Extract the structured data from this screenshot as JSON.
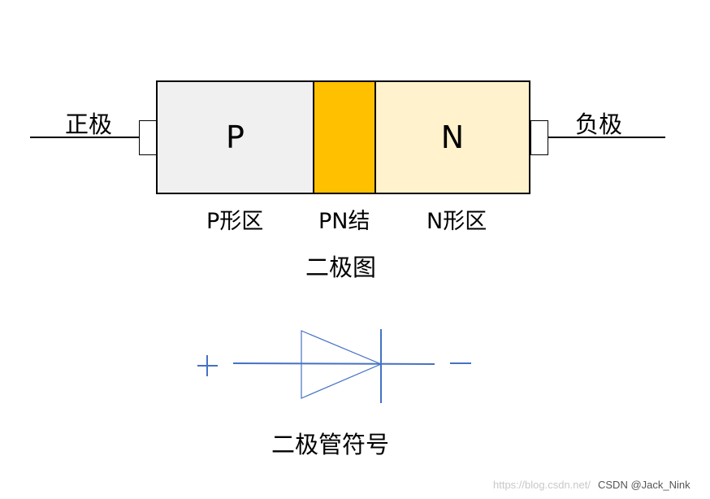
{
  "diode_structure": {
    "anode_label": "正极",
    "cathode_label": "负极",
    "p_region_letter": "P",
    "n_region_letter": "N",
    "p_region_caption": "P形区",
    "junction_caption": "PN结",
    "n_region_caption": "N形区",
    "title": "二极图",
    "colors": {
      "p_region": "#f0f0f0",
      "junction": "#ffc000",
      "n_region": "#fff2cc",
      "outline": "#000000"
    }
  },
  "diode_symbol": {
    "plus_sign": "+",
    "minus_sign": "−",
    "title": "二极管符号",
    "colors": {
      "stroke": "#4472c4"
    }
  },
  "watermark": {
    "url_text": "https://blog.csdn.net/",
    "author_text": "CSDN @Jack_Nink"
  }
}
